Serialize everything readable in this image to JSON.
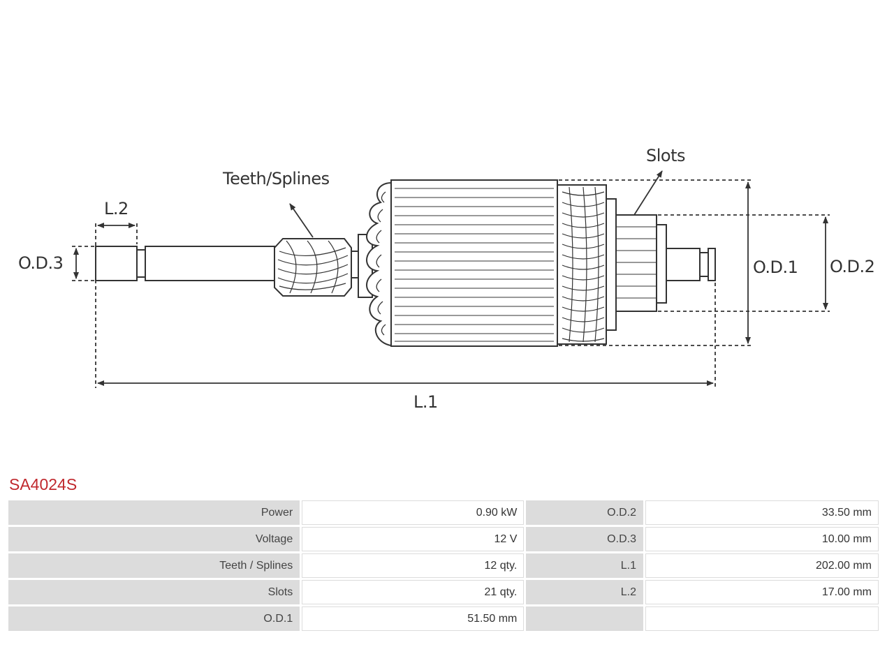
{
  "diagram": {
    "labels": {
      "teeth_splines": "Teeth/Splines",
      "slots": "Slots",
      "l2": "L.2",
      "od3": "O.D.3",
      "od1": "O.D.1",
      "od2": "O.D.2",
      "l1": "L.1"
    }
  },
  "part_number": "SA4024S",
  "specs": {
    "rows": [
      {
        "k1": "Power",
        "v1": "0.90 kW",
        "k2": "O.D.2",
        "v2": "33.50 mm"
      },
      {
        "k1": "Voltage",
        "v1": "12 V",
        "k2": "O.D.3",
        "v2": "10.00 mm"
      },
      {
        "k1": "Teeth / Splines",
        "v1": "12 qty.",
        "k2": "L.1",
        "v2": "202.00 mm"
      },
      {
        "k1": "Slots",
        "v1": "21 qty.",
        "k2": "L.2",
        "v2": "17.00 mm"
      },
      {
        "k1": "O.D.1",
        "v1": "51.50  mm",
        "k2": "",
        "v2": ""
      }
    ]
  },
  "colors": {
    "part_number": "#c0282d",
    "key_cell_bg": "#dcdcdc",
    "line": "#333333"
  }
}
